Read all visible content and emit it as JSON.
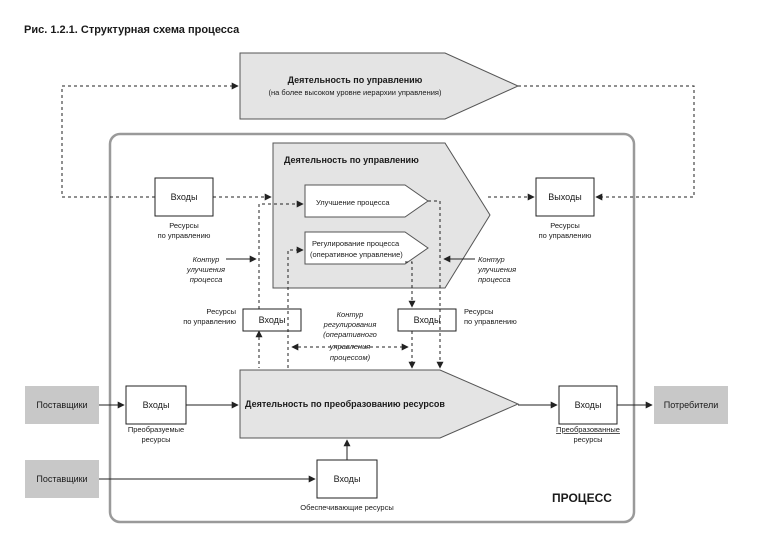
{
  "figure": {
    "caption": "Рис. 1.2.1. Структурная схема процесса",
    "process_label": "ПРОЦЕСС"
  },
  "top_management": {
    "title": "Деятельность по управлению",
    "subtitle": "(на более высоком уровне иерархии управления)"
  },
  "inner_management": {
    "title": "Деятельность по управлению",
    "improvement": "Улучшение процесса",
    "regulation_1": "Регулирование процесса",
    "regulation_2": "(оперативное управление)"
  },
  "boxes": {
    "inputs_label": "Входы",
    "outputs_label": "Выходы"
  },
  "labels": {
    "mgmt_res_1": "Ресурсы",
    "mgmt_res_2": "по управлению",
    "contour_improve_1": "Контур",
    "contour_improve_2": "улучшения",
    "contour_improve_3": "процесса",
    "contour_reg_1": "Контур",
    "contour_reg_2": "регулирования",
    "contour_reg_3": "(оперативного",
    "contour_reg_4": "управления",
    "contour_reg_5": "процессом)",
    "transformed_1": "Преобразуемые",
    "transformed_2": "ресурсы",
    "result_1": "Преобразованные",
    "result_2": "ресурсы",
    "supporting": "Обеспечивающие ресурсы"
  },
  "transform": {
    "title": "Деятельность по преобразованию ресурсов"
  },
  "external": {
    "supplier_1": "Поставщики",
    "supplier_2": "Поставщики",
    "consumer": "Потребители"
  }
}
